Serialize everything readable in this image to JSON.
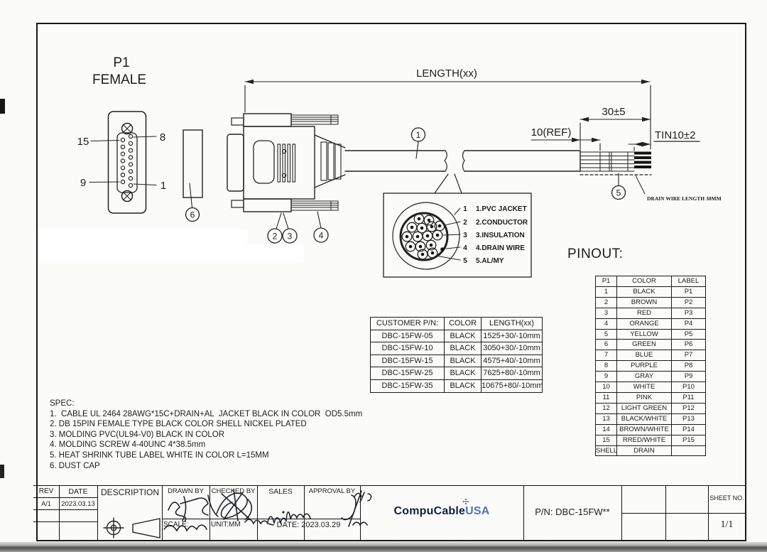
{
  "colors": {
    "line": "#1f1f1f",
    "logo_dark": "#141d42",
    "logo_blue": "#4d74c6"
  },
  "drawing": {
    "connector_title_1": "P1",
    "connector_title_2": "FEMALE",
    "pins": {
      "top_left": "15",
      "bottom_left": "9",
      "top_right": "8",
      "bottom_right": "1"
    },
    "dims": {
      "length": "LENGTH(xx)",
      "strip": "30±5",
      "ref": "10(REF)",
      "tin": "TIN10±2"
    },
    "drain_note": "DRAIN WIRE LENGTH 30MM",
    "balloons": [
      "1",
      "2",
      "3",
      "4",
      "5",
      "6"
    ],
    "cross_section": [
      {
        "n": "1",
        "label": "1.PVC JACKET"
      },
      {
        "n": "2",
        "label": "2.CONDUCTOR"
      },
      {
        "n": "3",
        "label": "3.INSULATION"
      },
      {
        "n": "4",
        "label": "4.DRAIN WIRE"
      },
      {
        "n": "5",
        "label": "5.AL/MY"
      }
    ],
    "pinout_heading": "PINOUT:"
  },
  "customer_table": {
    "headers": [
      "CUSTOMER P/N:",
      "COLOR",
      "LENGTH(xx)"
    ],
    "rows": [
      [
        "DBC-15FW-05",
        "BLACK",
        "1525+30/-10mm"
      ],
      [
        "DBC-15FW-10",
        "BLACK",
        "3050+30/-10mm"
      ],
      [
        "DBC-15FW-15",
        "BLACK",
        "4575+40/-10mm"
      ],
      [
        "DBC-15FW-25",
        "BLACK",
        "7625+80/-10mm"
      ],
      [
        "DBC-15FW-35",
        "BLACK",
        "10675+80/-10mm"
      ]
    ]
  },
  "pinout": {
    "headers": [
      "P1",
      "COLOR",
      "LABEL"
    ],
    "rows": [
      [
        "1",
        "BLACK",
        "P1"
      ],
      [
        "2",
        "BROWN",
        "P2"
      ],
      [
        "3",
        "RED",
        "P3"
      ],
      [
        "4",
        "ORANGE",
        "P4"
      ],
      [
        "5",
        "YELLOW",
        "P5"
      ],
      [
        "6",
        "GREEN",
        "P6"
      ],
      [
        "7",
        "BLUE",
        "P7"
      ],
      [
        "8",
        "PURPLE",
        "P8"
      ],
      [
        "9",
        "GRAY",
        "P9"
      ],
      [
        "10",
        "WHITE",
        "P10"
      ],
      [
        "11",
        "PINK",
        "P11"
      ],
      [
        "12",
        "LIGHT GREEN",
        "P12"
      ],
      [
        "13",
        "BLACK/WHITE",
        "P13"
      ],
      [
        "14",
        "BROWN/WHITE",
        "P14"
      ],
      [
        "15",
        "RRED/WHITE",
        "P15"
      ],
      [
        "SHELL",
        "DRAIN",
        ""
      ]
    ]
  },
  "spec": {
    "title": "SPEC:",
    "items": [
      "1.  CABLE UL 2464 28AWG*15C+DRAIN+AL  JACKET BLACK IN COLOR  OD5.5mm",
      "2. DB 15PIN FEMALE TYPE BLACK COLOR SHELL NICKEL PLATED",
      "3. MOLDING PVC(UL94-V0) BLACK IN COLOR",
      "4. MOLDING SCREW 4-40UNC 4*38.5mm",
      "5. HEAT SHRINK TUBE LABEL WHITE IN COLOR L=15MM",
      "6. DUST CAP"
    ]
  },
  "title_block": {
    "rev_label": "REV",
    "date_label": "DATE",
    "description_label": "DESCRIPTION",
    "drawn_label": "DRAWN BY",
    "checked_label": "CHECKED BY",
    "sales_label": "SALES",
    "approval_label": "APPROVAL BY",
    "rev_value": "A/1",
    "date_value": "2023.03.13",
    "scale_label": "SCALE:",
    "unit_label": "UNIT:MM",
    "date2_label": "DATE:",
    "date2_value": "2023.03.29",
    "logo_primary": "CompuCable",
    "logo_secondary": "USA",
    "pn": "P/N: DBC-15FW**",
    "sheet_label": "SHEET NO.",
    "sheet_value": "1/1"
  }
}
